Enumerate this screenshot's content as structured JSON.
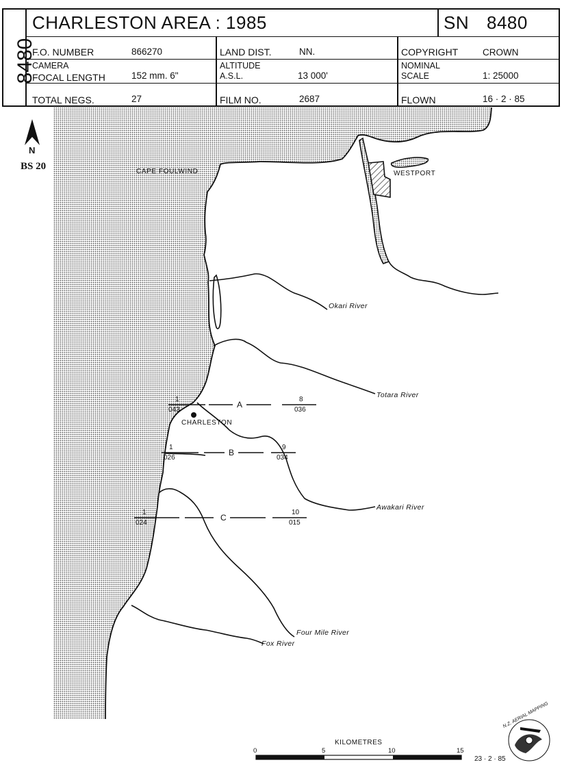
{
  "header": {
    "side_number": "8480",
    "title": "CHARLESTON AREA : 1985",
    "sn_label": "SN",
    "sn_value": "8480",
    "rows": {
      "fo_number_label": "F.O. NUMBER",
      "fo_number_value": "866270",
      "land_dist_label": "LAND DIST.",
      "land_dist_value": "NN.",
      "copyright_label": "COPYRIGHT",
      "copyright_value": "CROWN",
      "camera_label": "CAMERA",
      "focal_length_label": "FOCAL LENGTH",
      "focal_length_value": "152 mm. 6\"",
      "altitude_label": "ALTITUDE",
      "asl_label": "A.S.L.",
      "altitude_value": "13 000'",
      "nominal_label": "NOMINAL",
      "scale_label": "SCALE",
      "scale_value": "1: 25000",
      "total_negs_label": "TOTAL NEGS.",
      "total_negs_value": "27",
      "film_no_label": "FILM NO.",
      "film_no_value": "2687",
      "flown_label": "FLOWN",
      "flown_value": "16 · 2 · 85"
    }
  },
  "map": {
    "north_label": "N",
    "sheet_ref": "BS 20",
    "places": {
      "cape_foulwind": "CAPE FOULWIND",
      "westport": "WESTPORT",
      "charleston": "CHARLESTON"
    },
    "rivers": {
      "okari": "Okari River",
      "totara": "Totara River",
      "awakari": "Awakari River",
      "four_mile": "Four Mile River",
      "fox": "Fox River"
    },
    "flight_lines": [
      {
        "name": "A",
        "start_frame": "1",
        "start_ref": "043",
        "end_frame": "8",
        "end_ref": "036"
      },
      {
        "name": "B",
        "start_frame": "1",
        "start_ref": "026",
        "end_frame": "9",
        "end_ref": "034"
      },
      {
        "name": "C",
        "start_frame": "1",
        "start_ref": "024",
        "end_frame": "10",
        "end_ref": "015"
      }
    ],
    "scale_bar": {
      "title": "KILOMETRES",
      "ticks": [
        "0",
        "5",
        "10",
        "15"
      ]
    },
    "stamp_text": "N.Z. AERIAL MAPPING",
    "date_stamp": "23 · 2 · 85"
  }
}
